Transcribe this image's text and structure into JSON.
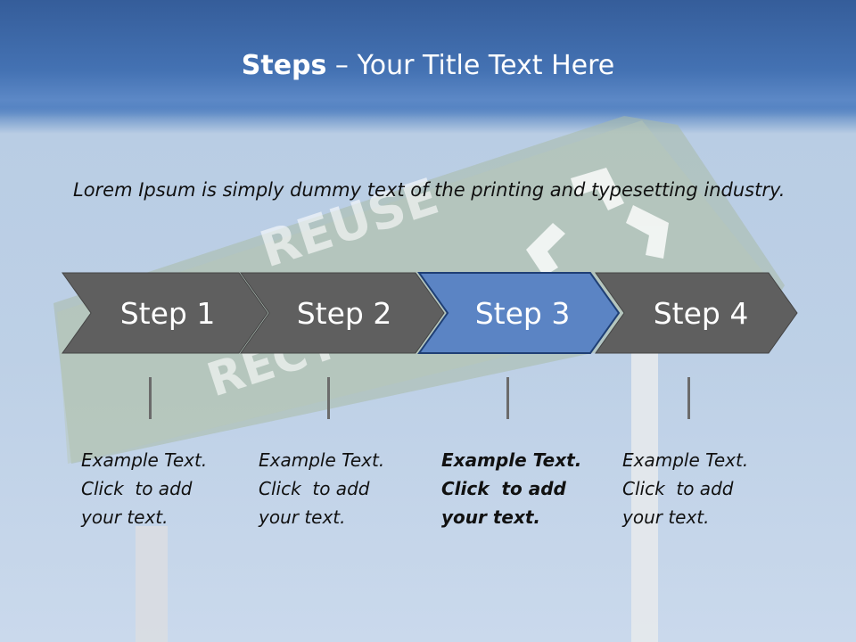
{
  "slide": {
    "title_bold": "Steps",
    "title_rest": " – Your Title Text Here",
    "body_text": "Lorem Ipsum is simply dummy text of the printing and typesetting industry.",
    "background_sign_words": [
      "REUSE",
      "RECYCLE"
    ],
    "background_icon": "recycle-icon"
  },
  "steps": [
    {
      "label": "Step 1",
      "active": false,
      "description": [
        "Example Text.",
        "Click  to add",
        "your text."
      ]
    },
    {
      "label": "Step 2",
      "active": false,
      "description": [
        "Example Text.",
        "Click  to add",
        "your text."
      ]
    },
    {
      "label": "Step 3",
      "active": true,
      "description": [
        "Example Text.",
        "Click  to add",
        "your text."
      ]
    },
    {
      "label": "Step 4",
      "active": false,
      "description": [
        "Example Text.",
        "Click  to add",
        "your text."
      ]
    }
  ],
  "colors": {
    "arrow_default": "#5f5f5f",
    "arrow_active": "#5b84c4",
    "title_band": "#3f6aa8"
  }
}
